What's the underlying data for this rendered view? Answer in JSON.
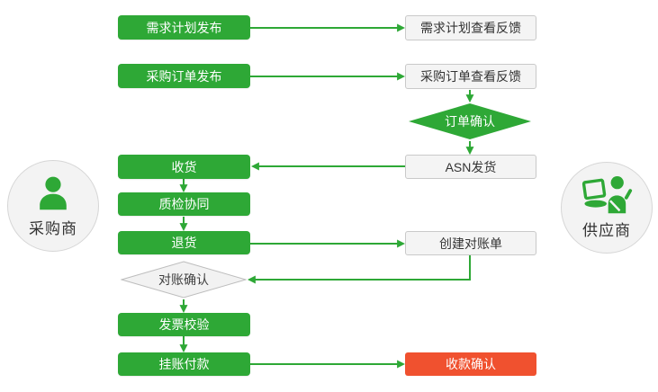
{
  "flowchart": {
    "buyer": {
      "label": "采购商"
    },
    "supplier": {
      "label": "供应商"
    },
    "nodes": {
      "demand_plan_publish": "需求计划发布",
      "demand_plan_feedback": "需求计划查看反馈",
      "po_publish": "采购订单发布",
      "po_feedback": "采购订单查看反馈",
      "order_confirm": "订单确认",
      "asn_ship": "ASN发货",
      "receive_goods": "收货",
      "quality_collab": "质检协同",
      "return_goods": "退货",
      "create_statement": "创建对账单",
      "reconcile_confirm": "对账确认",
      "invoice_verify": "发票校验",
      "payment_on_account": "挂账付款",
      "receipt_confirm": "收款确认"
    },
    "colors": {
      "green": "#2EA836",
      "red": "#F0512F",
      "light_gray_fill": "#F3F3F3",
      "gray_border": "#C9C9C9"
    }
  }
}
